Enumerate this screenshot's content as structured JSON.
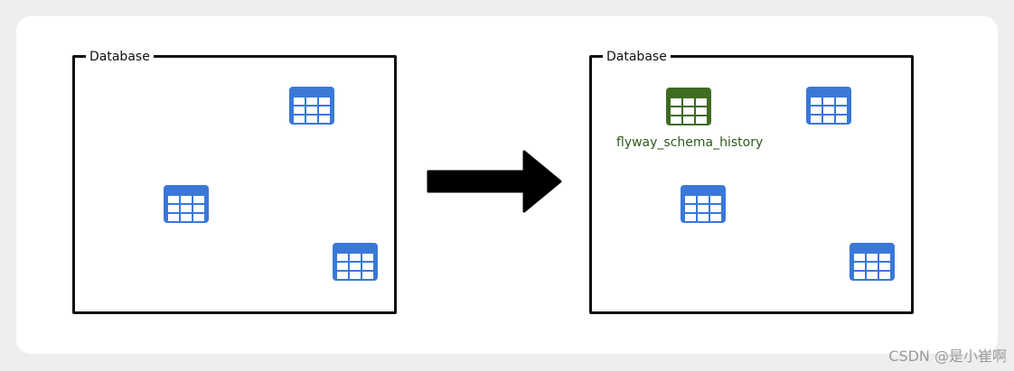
{
  "diagram": {
    "left_database": {
      "title": "Database",
      "tables": [
        {
          "icon": "table-icon",
          "color": "#3a78d8"
        },
        {
          "icon": "table-icon",
          "color": "#3a78d8"
        },
        {
          "icon": "table-icon",
          "color": "#3a78d8"
        }
      ]
    },
    "right_database": {
      "title": "Database",
      "history_table": {
        "label": "flyway_schema_history",
        "icon": "table-icon",
        "color": "#3f6b22"
      },
      "tables": [
        {
          "icon": "table-icon",
          "color": "#3a78d8"
        },
        {
          "icon": "table-icon",
          "color": "#3a78d8"
        },
        {
          "icon": "table-icon",
          "color": "#3a78d8"
        }
      ]
    },
    "arrow": {
      "icon": "right-arrow-icon",
      "color": "#000000"
    }
  },
  "watermark": "CSDN @是小崔啊"
}
